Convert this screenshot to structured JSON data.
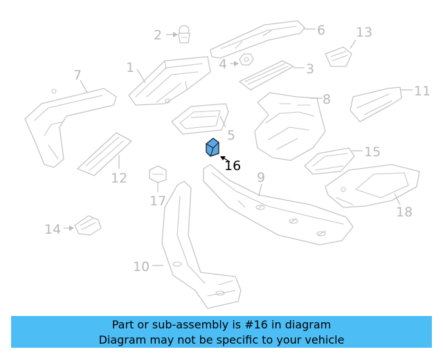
{
  "callouts": {
    "c1": "1",
    "c2": "2",
    "c3": "3",
    "c4": "4",
    "c5": "5",
    "c6": "6",
    "c7": "7",
    "c8": "8",
    "c9": "9",
    "c10": "10",
    "c11": "11",
    "c12": "12",
    "c13": "13",
    "c14": "14",
    "c15": "15",
    "c16": "16",
    "c17": "17",
    "c18": "18"
  },
  "highlighted_part": "16",
  "colors": {
    "banner": "#4dbef5",
    "highlight_part": "#5aa8e6",
    "line_art": "#c4c4c4"
  },
  "banner": {
    "line1": "Part or sub-assembly is #16 in diagram",
    "line2": "Diagram may not be specific to your vehicle"
  }
}
